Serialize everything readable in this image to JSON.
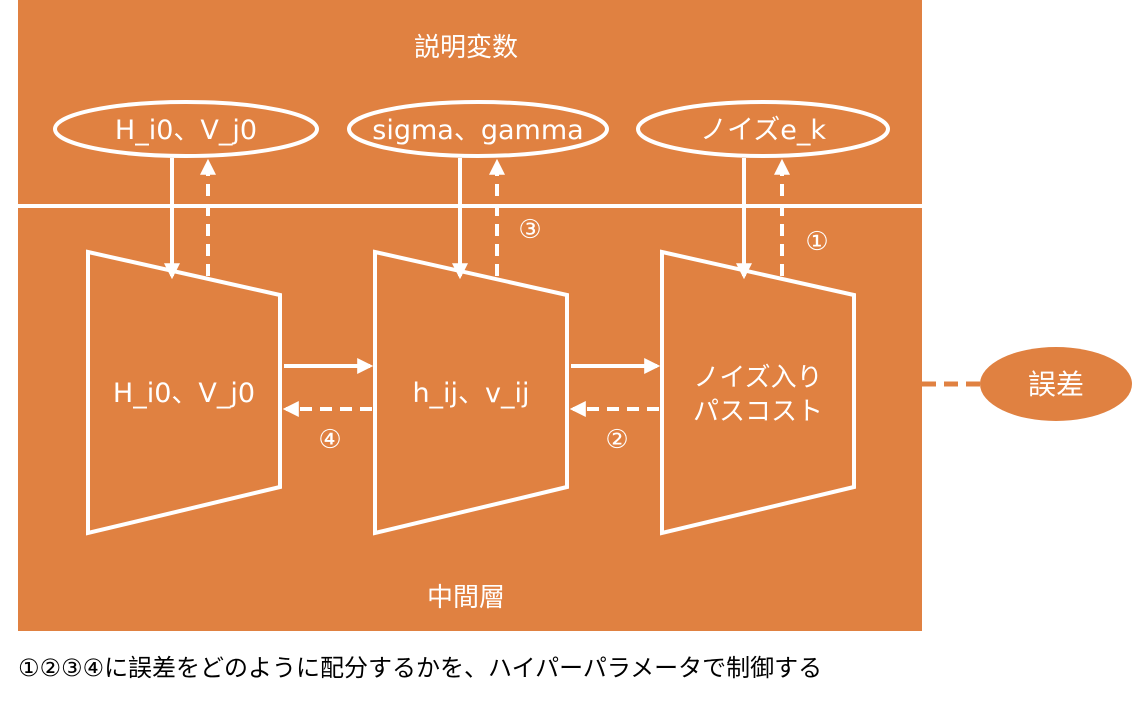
{
  "colors": {
    "background": "#E08141",
    "foreground": "#FFFFFF",
    "text_caption": "#000000"
  },
  "top_label": "説明変数",
  "bottom_label": "中間層",
  "inputs": [
    {
      "label": "H_i0、V_j0"
    },
    {
      "label": "sigma、gamma"
    },
    {
      "label": "ノイズe_k"
    }
  ],
  "blocks": [
    {
      "lines": [
        "H_i0、V_j0"
      ]
    },
    {
      "lines": [
        "h_ij、v_ij"
      ]
    },
    {
      "lines": [
        "ノイズ入り",
        "パスコスト"
      ]
    }
  ],
  "step_markers": [
    "①",
    "②",
    "③",
    "④"
  ],
  "error_label": "誤差",
  "caption": "①②③④に誤差をどのように配分するかを、ハイパーパラメータで制御する"
}
